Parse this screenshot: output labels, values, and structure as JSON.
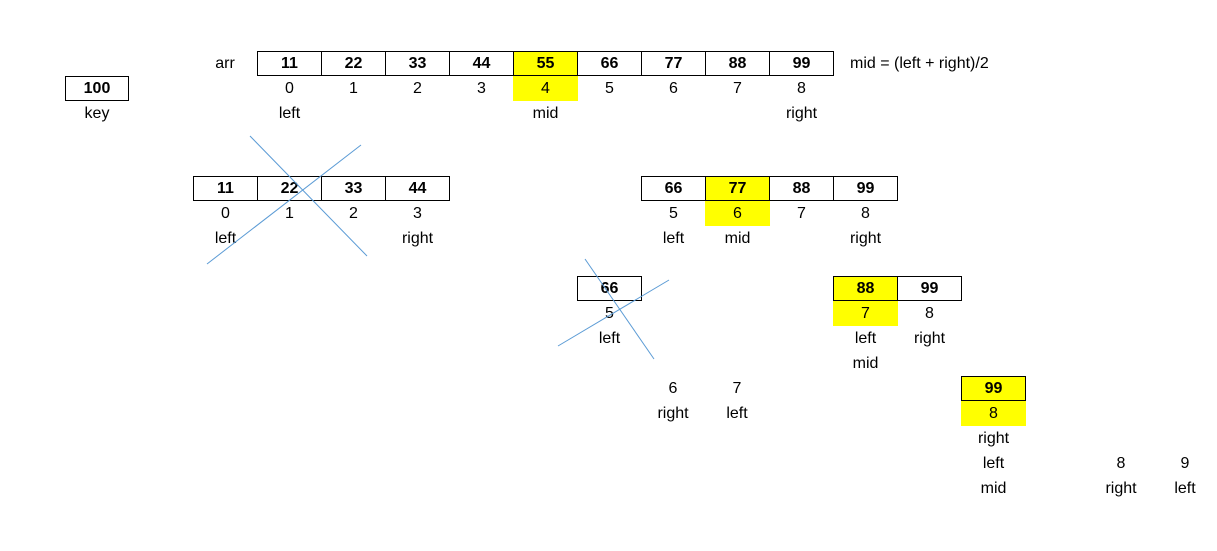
{
  "key": {
    "value": "100",
    "label": "key"
  },
  "arr_label": "arr",
  "formula": "mid =  (left + right)/2",
  "rows": [
    {
      "id": "full",
      "cells": [
        {
          "value": "11",
          "index": "0",
          "role": "left"
        },
        {
          "value": "22",
          "index": "1"
        },
        {
          "value": "33",
          "index": "2"
        },
        {
          "value": "44",
          "index": "3"
        },
        {
          "value": "55",
          "index": "4",
          "role": "mid",
          "highlight": true
        },
        {
          "value": "66",
          "index": "5"
        },
        {
          "value": "77",
          "index": "6"
        },
        {
          "value": "88",
          "index": "7"
        },
        {
          "value": "99",
          "index": "8",
          "role": "right"
        }
      ]
    },
    {
      "id": "left-half",
      "crossed": true,
      "cells": [
        {
          "value": "11",
          "index": "0",
          "role": "left"
        },
        {
          "value": "22",
          "index": "1"
        },
        {
          "value": "33",
          "index": "2"
        },
        {
          "value": "44",
          "index": "3",
          "role": "right"
        }
      ]
    },
    {
      "id": "right-half",
      "cells": [
        {
          "value": "66",
          "index": "5",
          "role": "left"
        },
        {
          "value": "77",
          "index": "6",
          "role": "mid",
          "highlight": true
        },
        {
          "value": "88",
          "index": "7"
        },
        {
          "value": "99",
          "index": "8",
          "role": "right"
        }
      ]
    },
    {
      "id": "sub-66",
      "crossed": true,
      "cells": [
        {
          "value": "66",
          "index": "5",
          "role": "left"
        }
      ]
    },
    {
      "id": "sub-88-99",
      "cells": [
        {
          "value": "88",
          "index": "7",
          "role": "left",
          "role2": "mid",
          "highlight": true
        },
        {
          "value": "99",
          "index": "8",
          "role": "right"
        }
      ]
    },
    {
      "id": "sub-99",
      "cells": [
        {
          "value": "99",
          "index": "8",
          "role": "right",
          "role2": "left",
          "role3": "mid",
          "highlight": true
        }
      ]
    }
  ],
  "empty_steps": [
    {
      "id": "gap-6-7",
      "indices": [
        "6",
        "7"
      ],
      "roles": [
        "right",
        "left"
      ]
    },
    {
      "id": "gap-8-9",
      "indices": [
        "8",
        "9"
      ],
      "roles": [
        "right",
        "left"
      ]
    }
  ],
  "colors": {
    "highlight": "#ffff00",
    "cross": "#5b9bd5",
    "border": "#000000"
  }
}
